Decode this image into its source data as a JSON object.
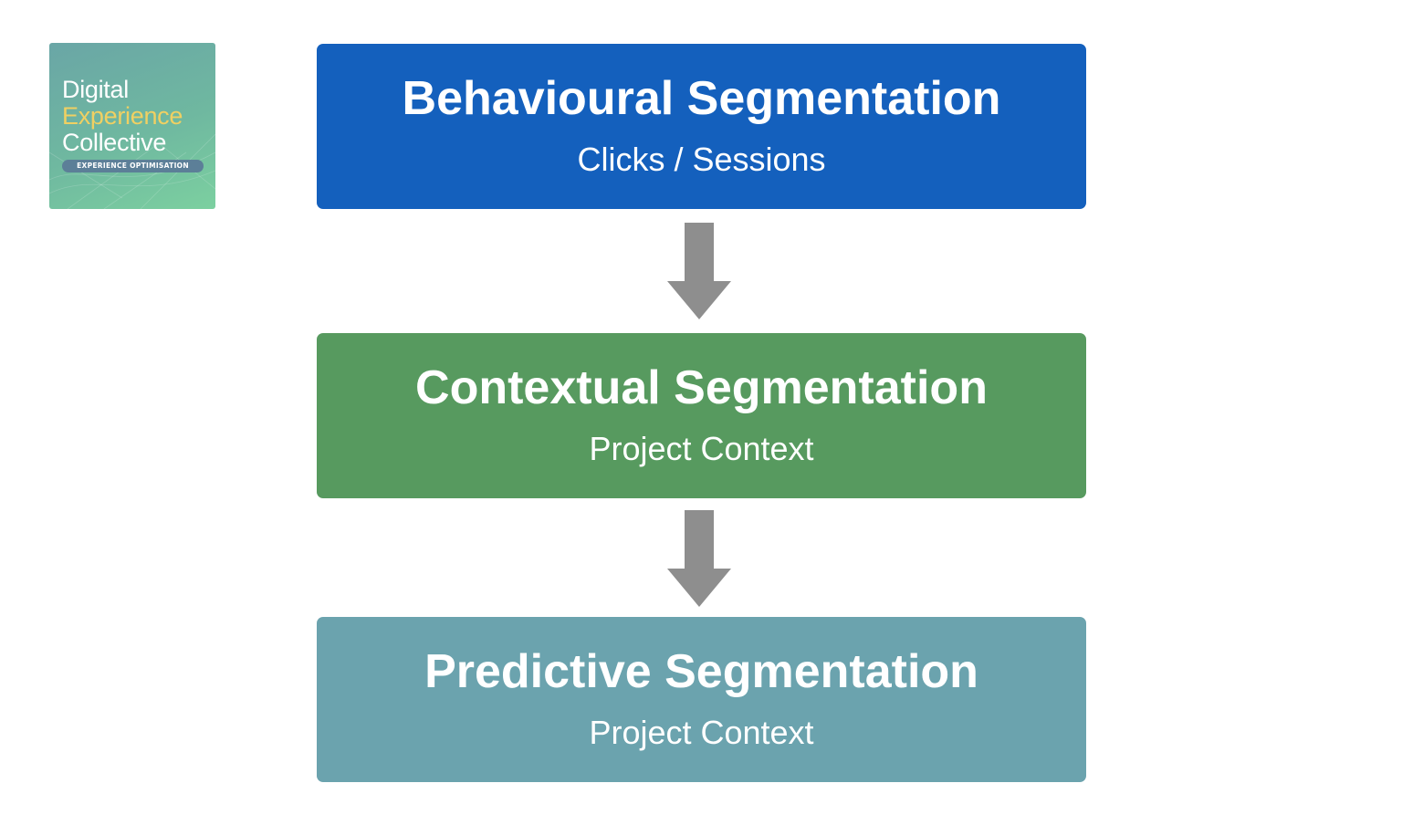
{
  "logo": {
    "line1": "Digital",
    "line2": "Experience",
    "line3": "Collective",
    "badge": "EXPERIENCE OPTIMISATION",
    "colors": {
      "line1": "#ffffff",
      "line2": "#f0d062",
      "line3": "#ffffff",
      "badge_bg": "#5c7f98"
    }
  },
  "steps": [
    {
      "title": "Behavioural Segmentation",
      "subtitle": "Clicks / Sessions",
      "color": "#1460bd"
    },
    {
      "title": "Contextual Segmentation",
      "subtitle": "Project Context",
      "color": "#579a5f"
    },
    {
      "title": "Predictive Segmentation",
      "subtitle": "Project Context",
      "color": "#6ba3ae"
    }
  ],
  "arrow_color": "#8e8e8e"
}
